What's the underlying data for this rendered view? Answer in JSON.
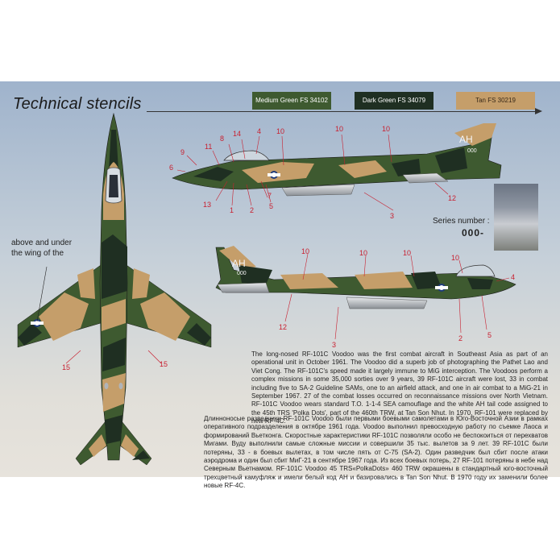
{
  "title": "Technical stencils",
  "colors": {
    "medium_green": {
      "label": "Medium Green FS 34102",
      "hex": "#3e5a30"
    },
    "dark_green": {
      "label": "Dark Green FS 34079",
      "hex": "#1f2f22"
    },
    "tan": {
      "label": "Tan FS 30219",
      "hex": "#c59e6a"
    }
  },
  "wing_note": "above and under the wing of the",
  "series": {
    "label": "Series number :",
    "value": "000-"
  },
  "aircraft": {
    "tail_code": "AH",
    "serial": "000"
  },
  "callouts": {
    "n1": "1",
    "n2": "2",
    "n3": "3",
    "n4": "4",
    "n5": "5",
    "n6": "6",
    "n7": "7",
    "n8": "8",
    "n9": "9",
    "n10": "10",
    "n11": "11",
    "n12": "12",
    "n13": "13",
    "n14": "14",
    "n15": "15"
  },
  "text_en": "The long-nosed RF-101C Voodoo was the first combat aircraft in Southeast Asia as part of an operational unit in October 1961. The Voodoo did a superb job of photographing the Pathet Lao and Viet Cong. The RF-101C's speed made it largely immune to MiG interception. The Voodoos perform a complex missions in some 35,000 sorties over 9 years, 39 RF-101C aircraft were lost, 33 in combat including five to SA-2 Guideline SAMs, one to an airfield attack, and one in air combat to a MiG-21 in September 1967. 27 of the combat losses occurred on reconnaissance missions over North Vietnam. RF-101C Voodoo wears standard T.O. 1-1-4 SEA camouflage and the white AH tail code assigned to the 45th TRS 'Polka Dots', part of the 460th TRW, at Tan Son Nhut. In 1970, RF-101 were replaced by new RF-4C.",
  "text_ru": "Длинноносые разведчики RF-101C Voodoo были первыми боевыми самолетами в Юго-Восточной Азии в рамках оперативного подразделения в октябре 1961 года. Voodoo выполнил превосходную работу по съемке Лаоса и формирований Вьетконга. Скоростные характеристики RF-101C позволяли особо не беспокоиться от перехватов Мигами. Вуду выполнили самые сложные миссии и совершили 35 тыс. вылетов за 9 лет. 39 RF-101C были потеряны, 33 - в боевых вылетах, в том числе пять от С-75 (SA-2). Один разведчик был сбит после атаки аэродрома и один был сбит МиГ-21 в сентябре 1967 года. Из всех боевых потерь, 27 RF-101 потеряны в небе над Северным Вьетнамом. RF-101C Voodoo 45 TRS«PolkaDots» 460 TRW окрашены в стандартный юго-восточный трехцветный камуфляж и имели белый код AH и базировались в Tan Son Nhut. В 1970 году их заменили более новые RF-4C."
}
